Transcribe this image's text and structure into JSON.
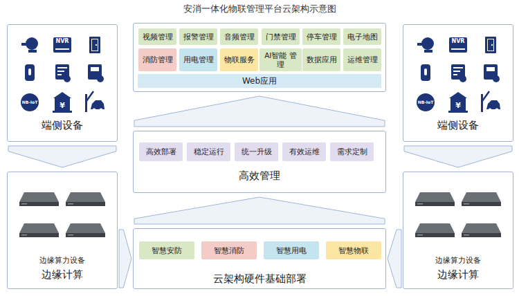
{
  "diagram": {
    "title": "安消一体化物联管理平台云架构示意图",
    "nodes": [
      {
        "text": [
          "端侧设备"
        ]
      },
      {
        "text": [
          "Web应用"
        ]
      },
      {
        "text": [
          "视频管理"
        ],
        "in": 1
      },
      {
        "text": [
          "报警管理"
        ],
        "in": 1
      },
      {
        "text": [
          "音频管理"
        ],
        "in": 1
      },
      {
        "text": [
          "门禁管理"
        ],
        "in": 1
      },
      {
        "text": [
          "停车管理"
        ],
        "in": 1
      },
      {
        "text": [
          "电子地图"
        ],
        "in": 1
      },
      {
        "text": [
          "消防管理"
        ],
        "in": 1
      },
      {
        "text": [
          "用电管理"
        ],
        "in": 1
      },
      {
        "text": [
          "物联服务"
        ],
        "in": 1
      },
      {
        "text": [
          "AI智能 管理"
        ],
        "in": 1
      },
      {
        "text": [
          "数据应用"
        ],
        "in": 1
      },
      {
        "text": [
          "运维管理"
        ],
        "in": 1
      },
      {
        "text": [
          "端侧设备"
        ]
      },
      {
        "text": [
          "高效管理"
        ]
      },
      {
        "text": [
          "高效部署"
        ],
        "in": 15
      },
      {
        "text": [
          "稳定运行"
        ],
        "in": 15
      },
      {
        "text": [
          "统一升级"
        ],
        "in": 15
      },
      {
        "text": [
          "有效运维"
        ],
        "in": 15
      },
      {
        "text": [
          "需求定制"
        ],
        "in": 15
      },
      {
        "text": [
          "边缘算力设备",
          "边缘计算"
        ]
      },
      {
        "text": [
          "云架构硬件基础部署"
        ]
      },
      {
        "text": [
          "智慧安防"
        ],
        "in": 22
      },
      {
        "text": [
          "智慧消防"
        ],
        "in": 22
      },
      {
        "text": [
          "智慧用电"
        ],
        "in": 22
      },
      {
        "text": [
          "智慧物联"
        ],
        "in": 22
      },
      {
        "text": [
          "边缘算力设备",
          "边缘计算"
        ]
      }
    ],
    "edges": [
      {
        "from": 0,
        "to": 21,
        "arrow": "to"
      },
      {
        "from": 14,
        "to": 27,
        "arrow": "to"
      },
      {
        "from": 21,
        "to": 22,
        "arrow": "to"
      },
      {
        "from": 27,
        "to": 22,
        "arrow": "to"
      },
      {
        "from": 22,
        "to": 15,
        "arrow": "to"
      },
      {
        "from": 15,
        "to": 1,
        "arrow": "to"
      }
    ],
    "labels": [
      "NVR",
      "NB-IoT",
      "¥",
      "NVR",
      "NB-IoT",
      "¥"
    ]
  }
}
